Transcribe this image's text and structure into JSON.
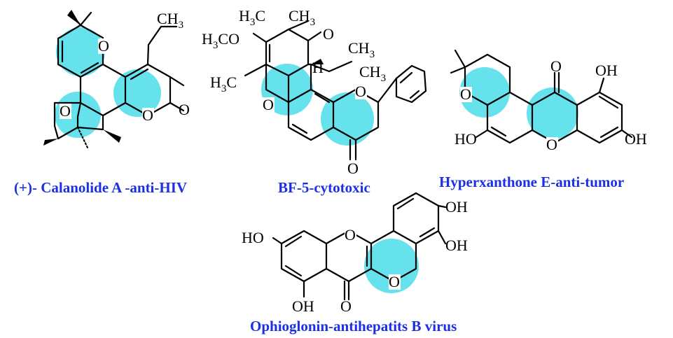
{
  "compounds": {
    "calanolide": {
      "caption": "(+)- Calanolide A -anti-HIV",
      "atoms": {
        "o_pyran": "O",
        "o_chromanol": "O",
        "o_lactone": "O",
        "o_carbonyl": "O",
        "ch3": "CH",
        "ch3_sub": "3"
      }
    },
    "bf5": {
      "caption": "BF-5-cytotoxic",
      "atoms": {
        "h3c_a": "H",
        "h3c_a_sub": "3",
        "h3c_a_c": "C",
        "ch3_a": "CH",
        "ch3_a_sub": "3",
        "h3co": "H",
        "h3co_sub": "3",
        "h3co_rest": "CO",
        "o_ketone": "O",
        "h3c_b": "H",
        "h3c_b_sub": "3",
        "h3c_b_c": "C",
        "h_stereo": "H",
        "ch3_b": "CH",
        "ch3_b_sub": "3",
        "ch3_c": "CH",
        "ch3_c_sub": "3",
        "o_ring1": "O",
        "o_ring2": "O",
        "o_bottom": "O"
      }
    },
    "hyperxanthone": {
      "caption": "Hyperxanthone E-anti-tumor",
      "atoms": {
        "o_pyran": "O",
        "o_ketone": "O",
        "o_xanthene": "O",
        "oh_top": "OH",
        "ho_left": "HO",
        "oh_right": "OH"
      }
    },
    "ophioglonin": {
      "caption": "Ophioglonin-antihepatits B virus",
      "atoms": {
        "ho_left": "HO",
        "o_bridge": "O",
        "o_ring": "O",
        "o_ketone": "O",
        "oh_bottom": "OH",
        "oh_top": "OH",
        "oh_mid": "OH"
      }
    }
  },
  "colors": {
    "highlight": "#5ee0ec",
    "caption": "#1a2fe6",
    "bond": "#000000"
  }
}
